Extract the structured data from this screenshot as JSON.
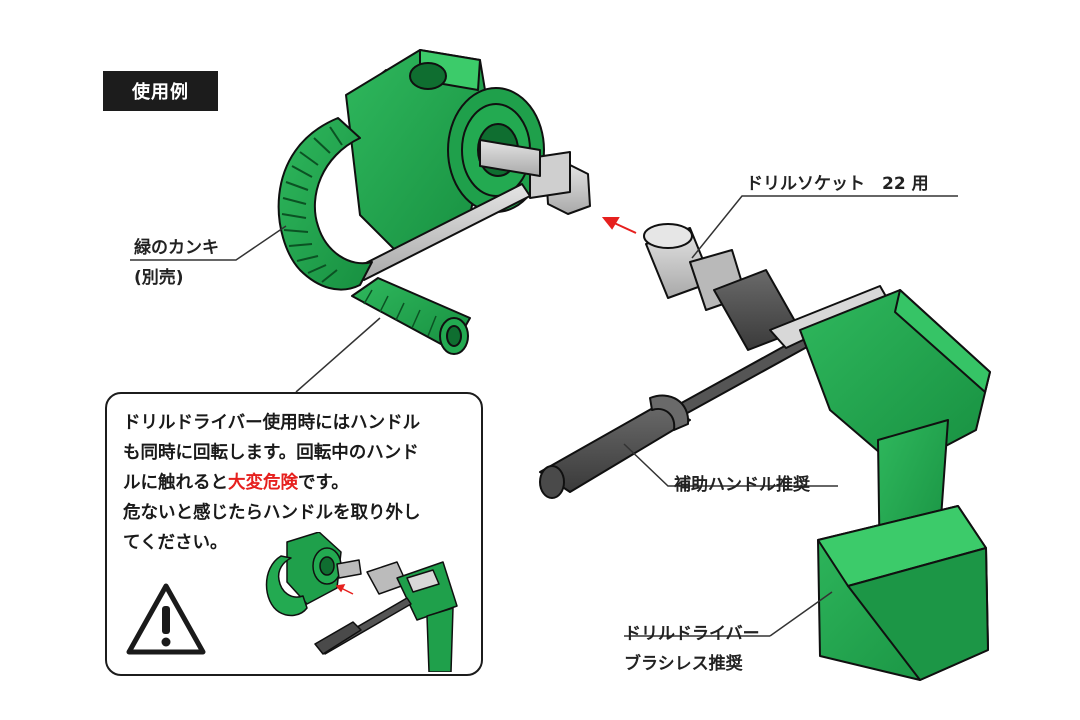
{
  "tag": "使用例",
  "labels": {
    "kanki_line1": "緑のカンキ",
    "kanki_line2": "(別売)",
    "socket": "ドリルソケット　22 用",
    "aux_handle": "補助ハンドル推奨",
    "driver_line1": "ドリルドライバー",
    "driver_line2": "ブラシレス推奨"
  },
  "warning": {
    "line1": "ドリルドライバー使用時にはハンドル",
    "line2": "も同時に回転します。回転中のハンド",
    "line3_pre": "ルに触れると",
    "line3_danger": "大変危険",
    "line3_post": "です。",
    "line4": "危ないと感じたらハンドルを取り外し",
    "line5": "てください。"
  },
  "colors": {
    "green": "#1fa04b",
    "green_dark": "#0f6e30",
    "danger": "#e6201e",
    "tag_bg": "#1c1c1c"
  },
  "icons": {
    "warning": "warning-triangle-icon",
    "arrow": "insert-arrow-icon"
  }
}
